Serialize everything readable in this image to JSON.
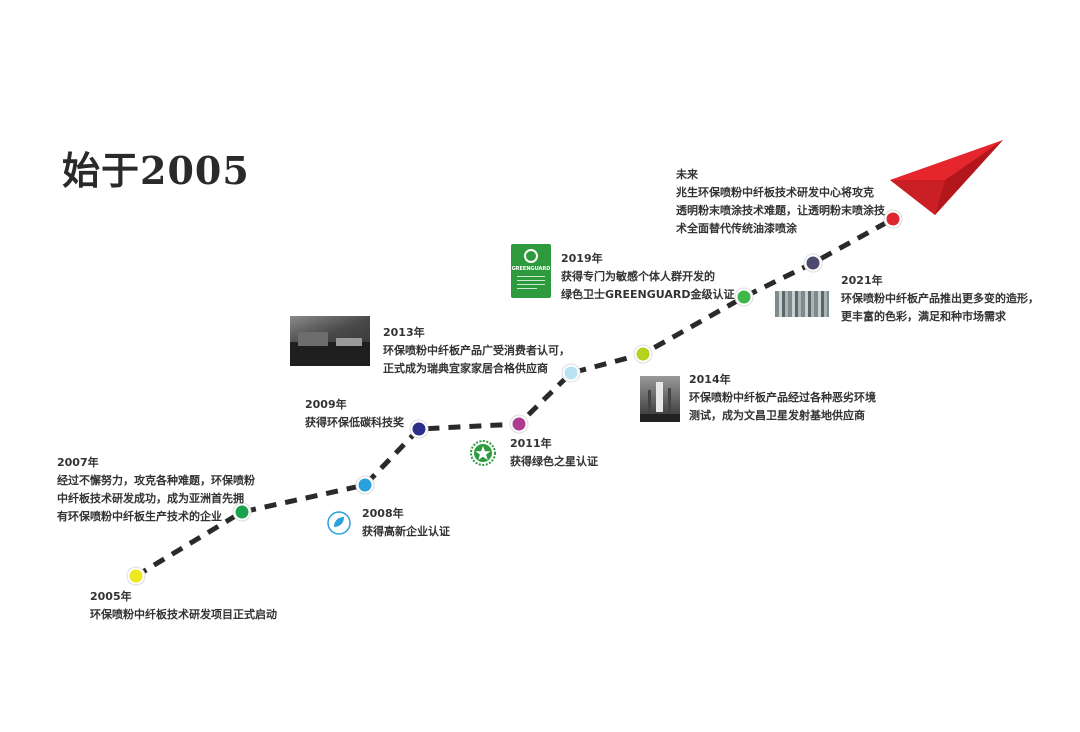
{
  "title": "始于2005",
  "milestones": [
    {
      "year": "2005年",
      "text": "环保喷粉中纤板技术研发项目正式启动",
      "dot_color": "#f0e81e"
    },
    {
      "year": "2007年",
      "text": "经过不懈努力，攻克各种难题，环保喷粉\n中纤板技术研发成功，成为亚洲首先拥\n有环保喷粉中纤板生产技术的企业",
      "dot_color": "#1aa14b"
    },
    {
      "year": "2008年",
      "text": "获得高新企业认证",
      "dot_color": "#2aa0dc"
    },
    {
      "year": "2009年",
      "text": "获得环保低碳科技奖",
      "dot_color": "#2b2f8c"
    },
    {
      "year": "2011年",
      "text": "获得绿色之星认证",
      "dot_color": "#b03a8e"
    },
    {
      "year": "2013年",
      "text": "环保喷粉中纤板产品广受消费者认可，\n正式成为瑞典宜家家居合格供应商",
      "dot_color": "#b9e3f3"
    },
    {
      "year": "2014年",
      "text": "环保喷粉中纤板产品经过各种恶劣环境\n测试，成为文昌卫星发射基地供应商",
      "dot_color": "#b7d11f"
    },
    {
      "year": "2019年",
      "text": "获得专门为敏感个体人群开发的\n绿色卫士GREENGUARD金级认证",
      "dot_color": "#3fb749"
    },
    {
      "year": "2021年",
      "text": "环保喷粉中纤板产品推出更多变的造形，\n更丰富的色彩，满足和种市场需求",
      "dot_color": "#4c4a6e"
    },
    {
      "year": "未来",
      "text": "兆生环保喷粉中纤板技术研发中心将攻克\n透明粉末喷涂技术难题，让透明粉末喷涂技\n术全面替代传统油漆喷涂",
      "dot_color": "#e0262e"
    }
  ],
  "greenguard_badge": {
    "label": "GREENGUARD",
    "color": "#2e9a3e"
  },
  "colors": {
    "line": "#2a2a2a",
    "plane_main": "#e5272d",
    "plane_shadow": "#b3171c",
    "badge_green": "#2e9a3e",
    "leaf_blue": "#2aa0dc"
  }
}
